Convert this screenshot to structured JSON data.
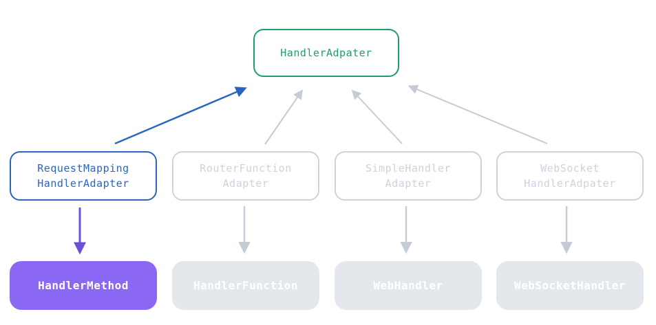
{
  "diagram": {
    "description": "Class hierarchy of handler adapters with one highlighted path",
    "nodes": {
      "top": {
        "label": "HandlerAdpater",
        "accent": "#1d9e64"
      },
      "middle": [
        {
          "label": "RequestMapping\nHandlerAdapter",
          "accent": "#2765c0",
          "state": "highlighted"
        },
        {
          "label": "RouterFunction\nAdapter",
          "accent": "#ccd3dc",
          "state": "dimmed"
        },
        {
          "label": "SimpleHandler\nAdapter",
          "accent": "#ccd3dc",
          "state": "dimmed"
        },
        {
          "label": "WebSocket\nHandlerAdpater",
          "accent": "#ccd3dc",
          "state": "dimmed"
        }
      ],
      "bottom": [
        {
          "label": "HandlerMethod",
          "fill": "#8b68f4",
          "state": "highlighted"
        },
        {
          "label": "HandlerFunction",
          "fill": "#e4e7ec",
          "state": "dimmed"
        },
        {
          "label": "WebHandler",
          "fill": "#e4e7ec",
          "state": "dimmed"
        },
        {
          "label": "WebSocketHandler",
          "fill": "#e4e7ec",
          "state": "dimmed"
        }
      ]
    },
    "edges": [
      {
        "from": "RequestMappingHandlerAdapter",
        "to": "HandlerAdpater",
        "direction": "up",
        "color": "#2765c0"
      },
      {
        "from": "RouterFunctionAdapter",
        "to": "HandlerAdpater",
        "direction": "up",
        "color": "#c5ccd6"
      },
      {
        "from": "SimpleHandlerAdapter",
        "to": "HandlerAdpater",
        "direction": "up",
        "color": "#c5ccd6"
      },
      {
        "from": "WebSocketHandlerAdpater",
        "to": "HandlerAdpater",
        "direction": "up",
        "color": "#c5ccd6"
      },
      {
        "from": "RequestMappingHandlerAdapter",
        "to": "HandlerMethod",
        "direction": "down",
        "color": "#6b4fd8"
      },
      {
        "from": "RouterFunctionAdapter",
        "to": "HandlerFunction",
        "direction": "down",
        "color": "#c5ccd6"
      },
      {
        "from": "SimpleHandlerAdapter",
        "to": "WebHandler",
        "direction": "down",
        "color": "#c5ccd6"
      },
      {
        "from": "WebSocketHandlerAdpater",
        "to": "WebSocketHandler",
        "direction": "down",
        "color": "#c5ccd6"
      }
    ],
    "colors": {
      "green_accent": "#1d9e64",
      "blue_accent": "#2765c0",
      "purple_arrow": "#6b4fd8",
      "purple_fill": "#8b68f4",
      "gray_line": "#c5ccd6",
      "gray_border": "#ccd3dc",
      "gray_fill": "#e4e7ec",
      "background": "#ffffff"
    }
  }
}
